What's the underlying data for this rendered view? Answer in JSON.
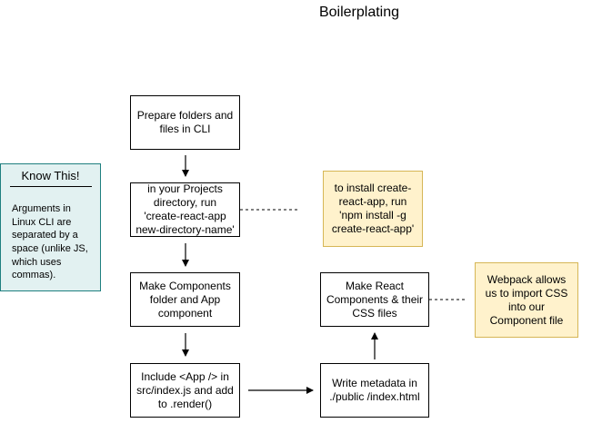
{
  "title": "Boilerplating",
  "steps": {
    "prepare": "Prepare folders and files in CLI",
    "run_cra": "in your Projects directory, run 'create-react-app new-directory-name'",
    "make_components": "Make Components folder and App component",
    "include_app": "Include <App /> in src/index.js and add to .render()",
    "write_metadata": "Write metadata in ./public /index.html",
    "make_react": "Make React Components & their CSS files"
  },
  "notes": {
    "install_cra": "to install create-react-app, run 'npm install -g create-react-app'",
    "webpack": "Webpack allows us to import CSS into our Component file"
  },
  "know_this": {
    "title": "Know This!",
    "text": "Arguments in Linux CLI are separated by a space (unlike JS, which uses commas)."
  },
  "colors": {
    "note_fill": "#fff2cc",
    "note_border": "#d6b656",
    "know_fill": "#e2f1f1",
    "know_border": "#1e7f7f"
  }
}
